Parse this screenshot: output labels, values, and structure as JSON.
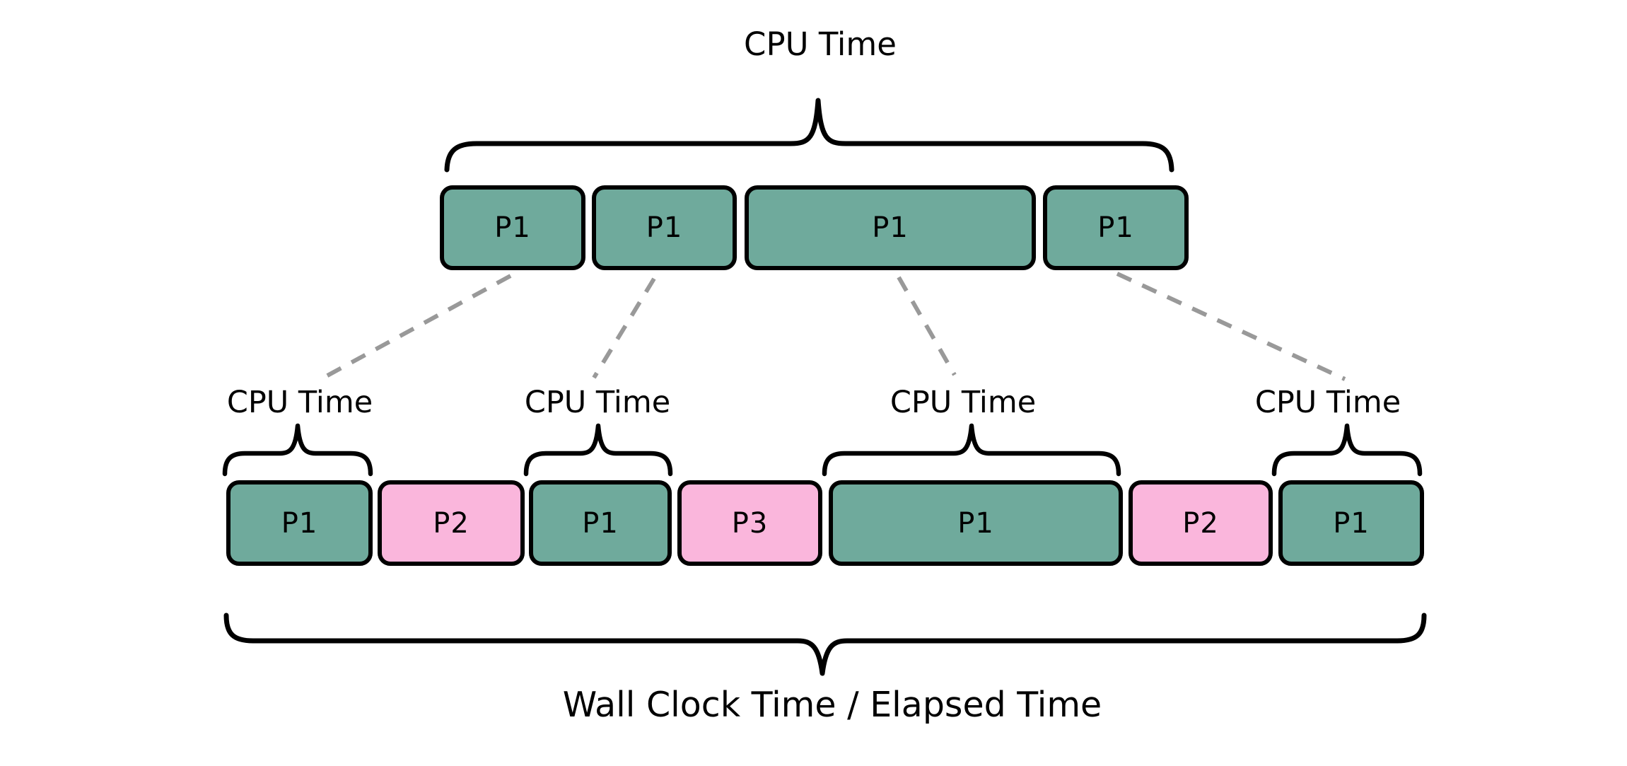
{
  "colors": {
    "p1_fill": "#6FAA9C",
    "other_fill": "#FAB6DC",
    "outline": "#000000",
    "connector": "#999999",
    "background": "#FFFFFF",
    "text": "#000000"
  },
  "top_row": {
    "brace_label": "CPU Time",
    "blocks": [
      {
        "label": "P1"
      },
      {
        "label": "P1"
      },
      {
        "label": "P1"
      },
      {
        "label": "P1"
      }
    ]
  },
  "bottom_row": {
    "brace_labels": [
      {
        "label": "CPU Time"
      },
      {
        "label": "CPU Time"
      },
      {
        "label": "CPU Time"
      },
      {
        "label": "CPU Time"
      }
    ],
    "blocks": [
      {
        "label": "P1"
      },
      {
        "label": "P2"
      },
      {
        "label": "P1"
      },
      {
        "label": "P3"
      },
      {
        "label": "P1"
      },
      {
        "label": "P2"
      },
      {
        "label": "P1"
      }
    ],
    "wall_clock_label": "Wall Clock Time / Elapsed Time"
  }
}
